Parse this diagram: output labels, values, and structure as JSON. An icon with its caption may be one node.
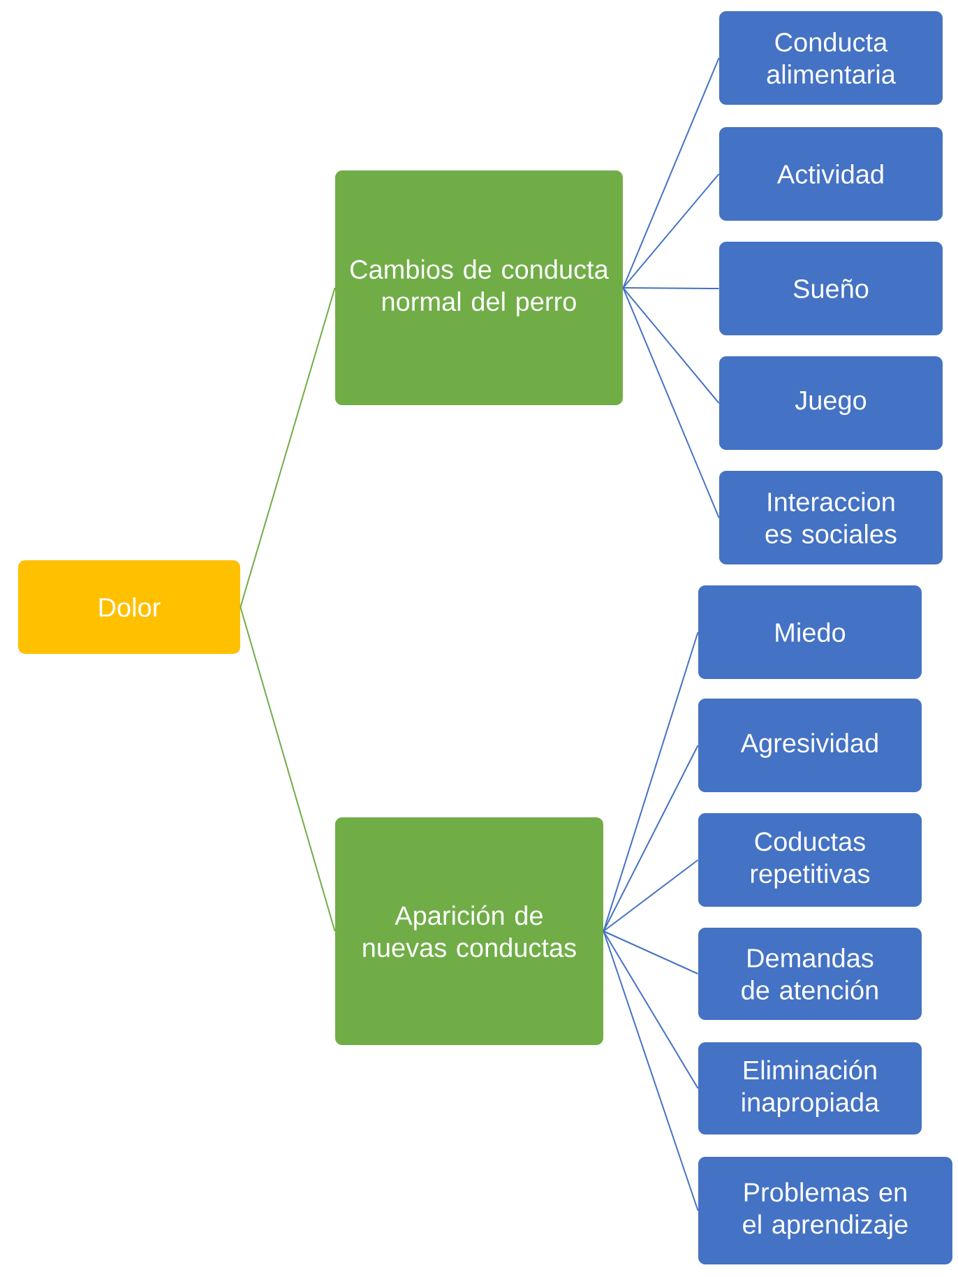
{
  "diagram": {
    "nodes": [
      {
        "text": [
          "Dolor"
        ]
      },
      {
        "text": [
          "Cambios de conducta normal del perro"
        ]
      },
      {
        "text": [
          "Aparición de nuevas conductas"
        ]
      },
      {
        "text": [
          "Conducta alimentaria"
        ]
      },
      {
        "text": [
          "Actividad"
        ]
      },
      {
        "text": [
          "Sueño"
        ]
      },
      {
        "text": [
          "Juego"
        ]
      },
      {
        "text": [
          "Interaccion es sociales"
        ]
      },
      {
        "text": [
          "Miedo"
        ]
      },
      {
        "text": [
          "Agresividad"
        ]
      },
      {
        "text": [
          "Coductas repetitivas"
        ]
      },
      {
        "text": [
          "Demandas de atención"
        ]
      },
      {
        "text": [
          "Eliminación inapropiada"
        ]
      },
      {
        "text": [
          "Problemas en el aprendizaje"
        ]
      }
    ],
    "edges": [
      {
        "from": 0,
        "to": 1,
        "arrow": "none",
        "color": "#70ad47"
      },
      {
        "from": 0,
        "to": 2,
        "arrow": "none",
        "color": "#70ad47"
      },
      {
        "from": 1,
        "to": 3,
        "arrow": "none"
      },
      {
        "from": 1,
        "to": 4,
        "arrow": "none"
      },
      {
        "from": 1,
        "to": 5,
        "arrow": "none"
      },
      {
        "from": 1,
        "to": 6,
        "arrow": "none"
      },
      {
        "from": 1,
        "to": 7,
        "arrow": "none"
      },
      {
        "from": 2,
        "to": 8,
        "arrow": "none"
      },
      {
        "from": 2,
        "to": 9,
        "arrow": "none"
      },
      {
        "from": 2,
        "to": 10,
        "arrow": "none"
      },
      {
        "from": 2,
        "to": 11,
        "arrow": "none"
      },
      {
        "from": 2,
        "to": 12,
        "arrow": "none"
      },
      {
        "from": 2,
        "to": 13,
        "arrow": "none"
      }
    ]
  }
}
